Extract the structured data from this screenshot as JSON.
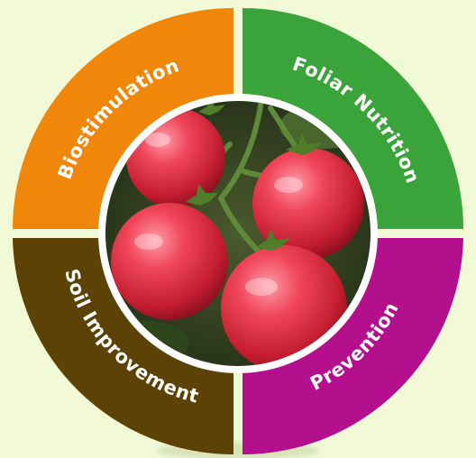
{
  "diagram": {
    "segments": [
      {
        "id": "biostimulation",
        "label": "Biostimulation",
        "color": "#f0870a"
      },
      {
        "id": "foliar-nutrition",
        "label": "Foliar Nutrition",
        "color": "#3aa43a"
      },
      {
        "id": "prevention",
        "label": "Prevention",
        "color": "#b40f8c"
      },
      {
        "id": "soil-improvement",
        "label": "Soil Improvement",
        "color": "#5c4204"
      }
    ],
    "center_image": "tomato-cluster-photo"
  }
}
